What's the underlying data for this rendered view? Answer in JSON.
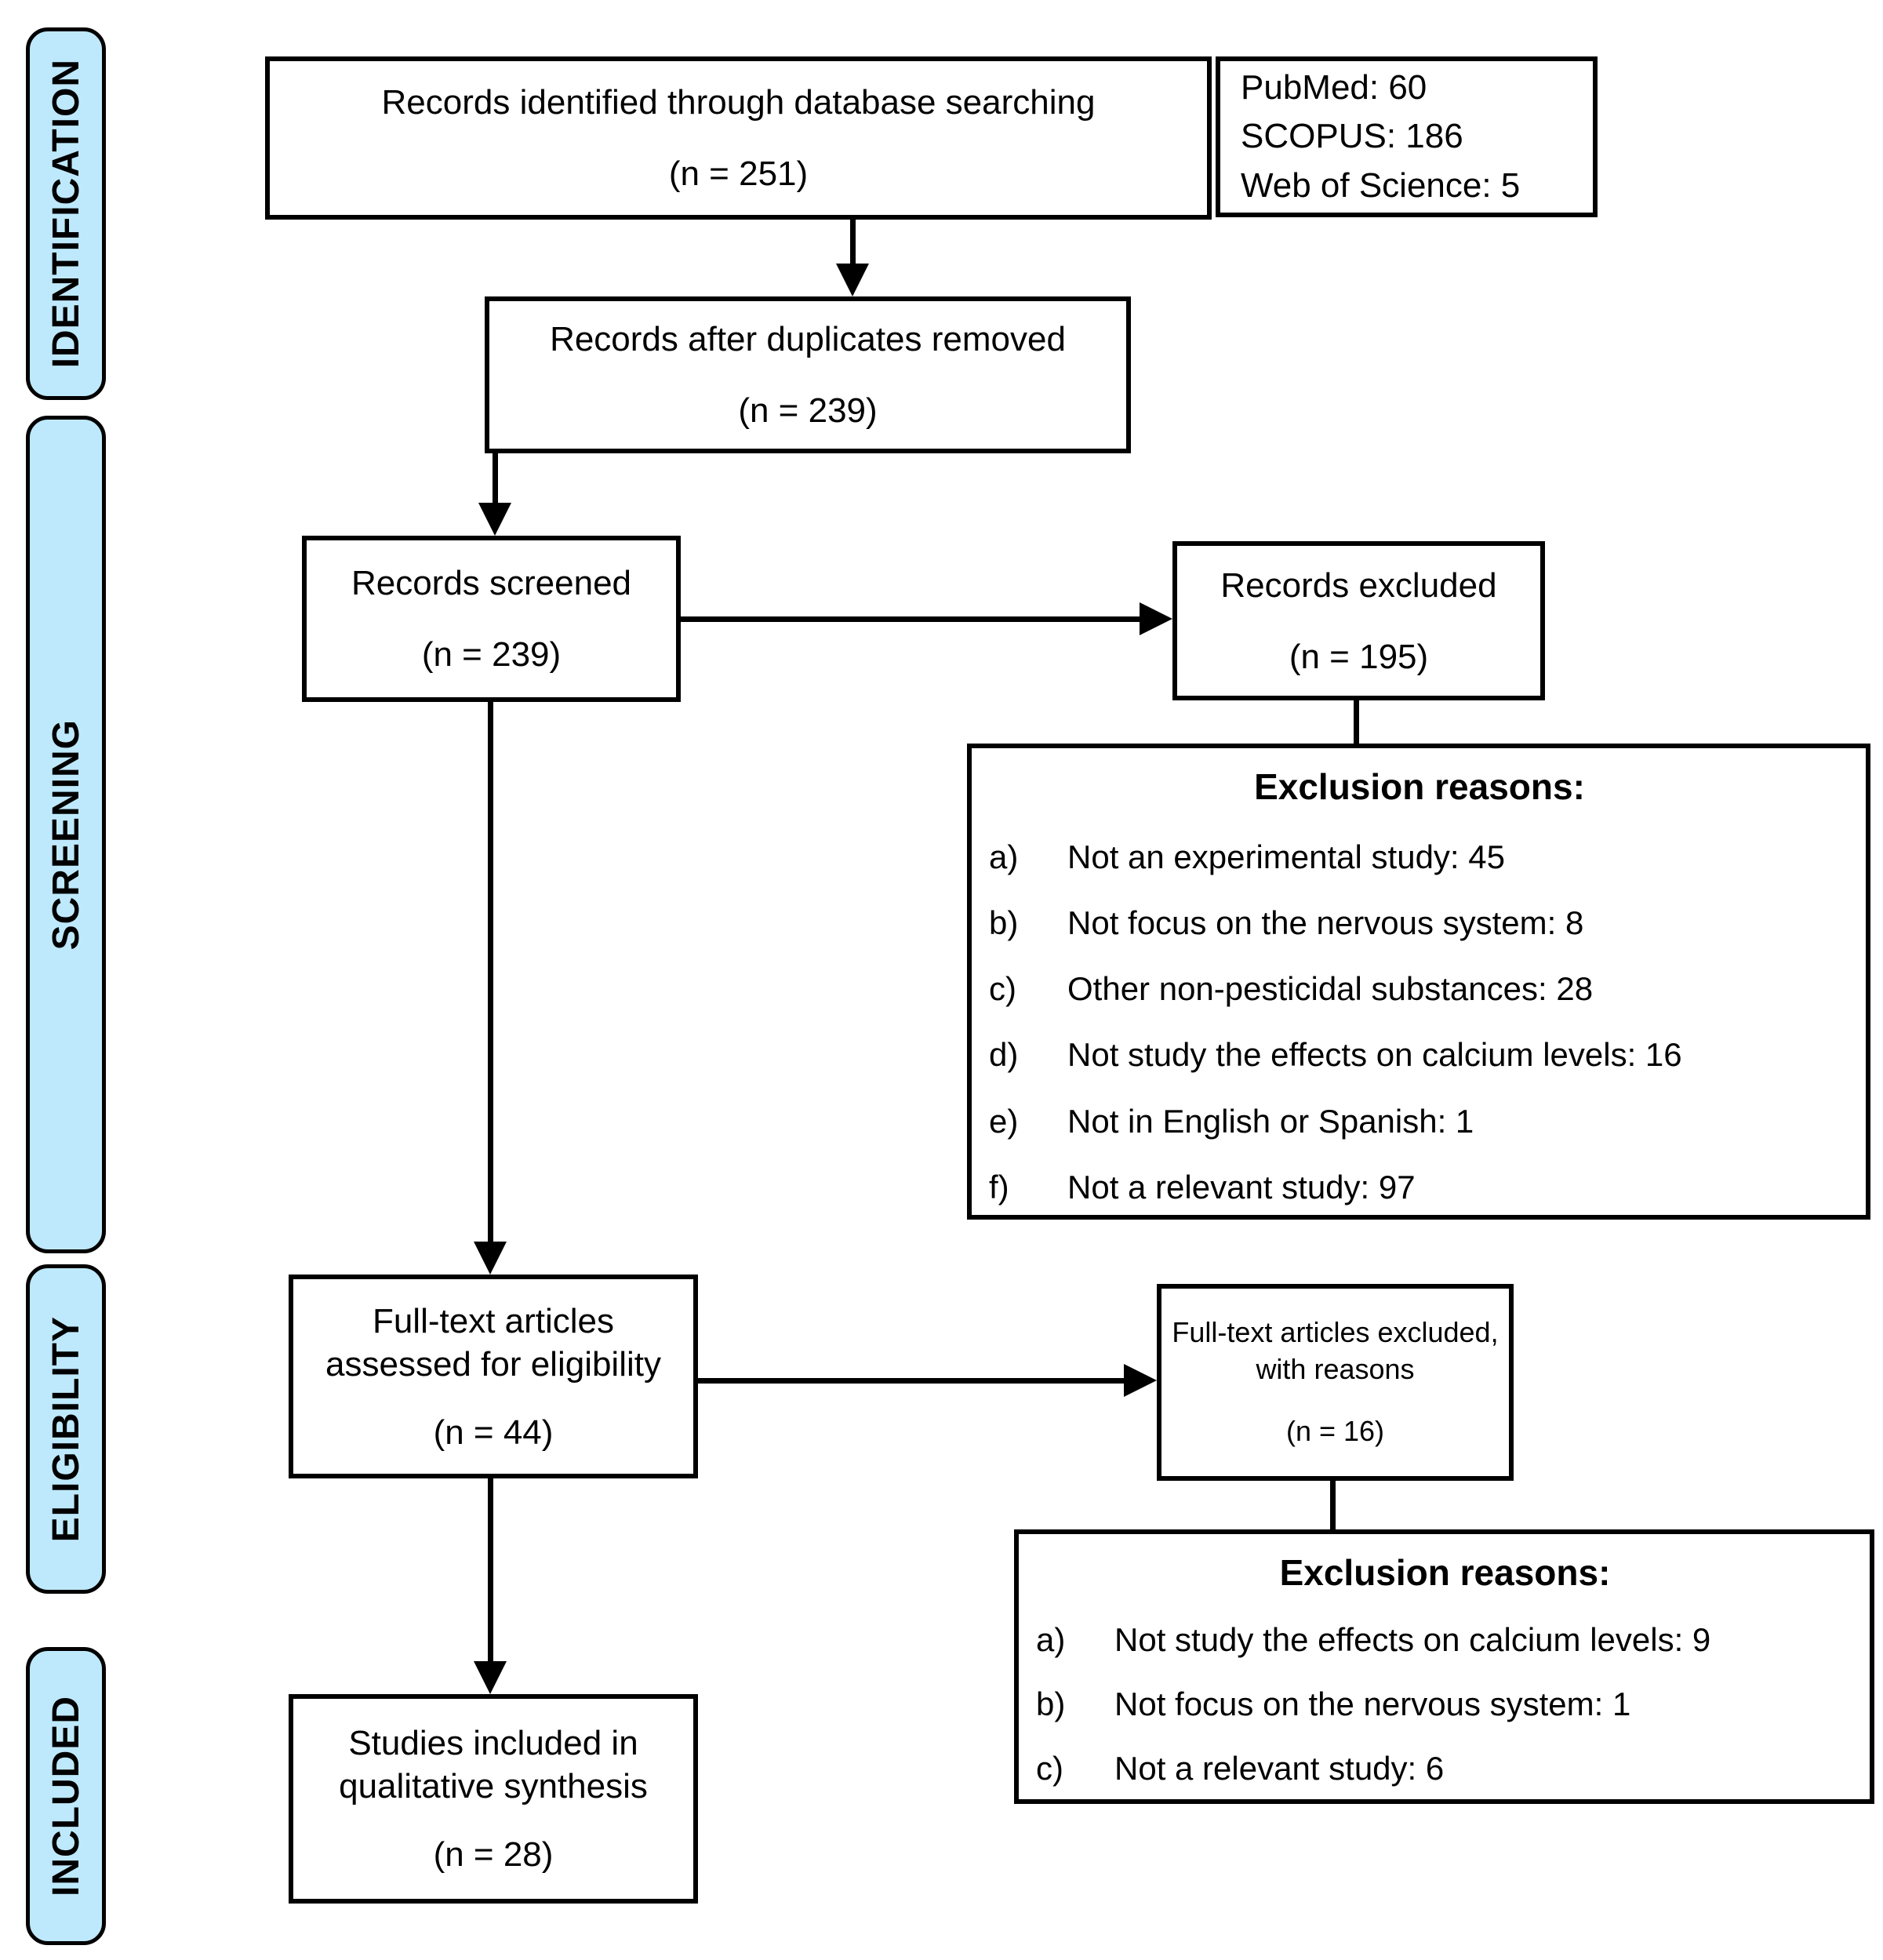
{
  "colors": {
    "stage_fill": "#BEE9FC",
    "border": "#000000",
    "background": "#FFFFFF",
    "text": "#000000"
  },
  "sidebar": {
    "stages": [
      {
        "label": "IDENTIFICATION"
      },
      {
        "label": "SCREENING"
      },
      {
        "label": "ELIGIBILITY"
      },
      {
        "label": "INCLUDED"
      }
    ]
  },
  "boxes": {
    "records_identified": {
      "line1": "Records identified through database searching",
      "line2": "(n = 251)"
    },
    "databases": {
      "line1": "PubMed: 60",
      "line2": "SCOPUS: 186",
      "line3": "Web of Science: 5"
    },
    "duplicates_removed": {
      "line1": "Records after duplicates removed",
      "line2": "(n = 239)"
    },
    "records_screened": {
      "line1": "Records screened",
      "line2": "(n = 239)"
    },
    "records_excluded": {
      "line1": "Records excluded",
      "line2": "(n = 195)"
    },
    "exclusion_reasons_screening": {
      "title": "Exclusion reasons:",
      "items": [
        {
          "marker": "a)",
          "text": "Not an experimental study: 45"
        },
        {
          "marker": "b)",
          "text": "Not focus on the nervous system: 8"
        },
        {
          "marker": "c)",
          "text": "Other non-pesticidal substances: 28"
        },
        {
          "marker": "d)",
          "text": "Not study the effects on calcium levels: 16"
        },
        {
          "marker": "e)",
          "text": "Not in English or Spanish: 1"
        },
        {
          "marker": "f)",
          "text": "Not a relevant study: 97"
        }
      ]
    },
    "fulltext_assessed": {
      "line1": "Full-text articles",
      "line2": "assessed for eligibility",
      "line3": "(n = 44)"
    },
    "fulltext_excluded": {
      "line1": "Full-text articles excluded,",
      "line2": "with reasons",
      "line3": "(n = 16)"
    },
    "exclusion_reasons_eligibility": {
      "title": "Exclusion reasons:",
      "items": [
        {
          "marker": "a)",
          "text": "Not study the effects on calcium levels: 9"
        },
        {
          "marker": "b)",
          "text": "Not focus on the nervous system: 1"
        },
        {
          "marker": "c)",
          "text": "Not a relevant study: 6"
        }
      ]
    },
    "studies_included": {
      "line1": "Studies included in",
      "line2": "qualitative synthesis",
      "line3": "(n = 28)"
    }
  }
}
